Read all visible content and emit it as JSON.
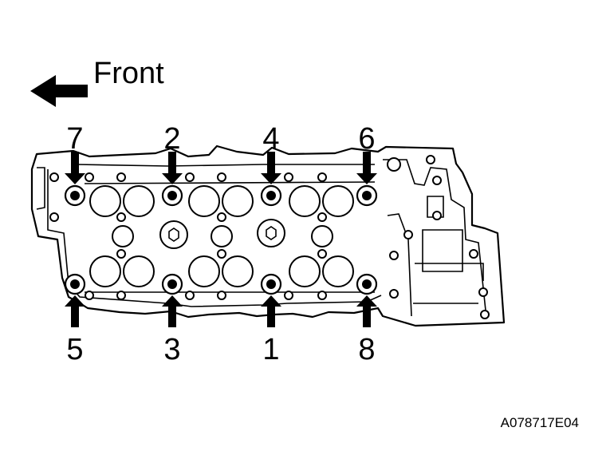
{
  "figure": {
    "front_label": "Front",
    "reference_code": "A078717E04"
  },
  "bolts": [
    {
      "number": "1",
      "side": "bottom",
      "position": 3
    },
    {
      "number": "2",
      "side": "top",
      "position": 2
    },
    {
      "number": "3",
      "side": "bottom",
      "position": 2
    },
    {
      "number": "4",
      "side": "top",
      "position": 3
    },
    {
      "number": "5",
      "side": "bottom",
      "position": 1
    },
    {
      "number": "6",
      "side": "top",
      "position": 4
    },
    {
      "number": "7",
      "side": "top",
      "position": 1
    },
    {
      "number": "8",
      "side": "bottom",
      "position": 4
    }
  ],
  "colors": {
    "line": "#000000",
    "background": "#ffffff"
  }
}
